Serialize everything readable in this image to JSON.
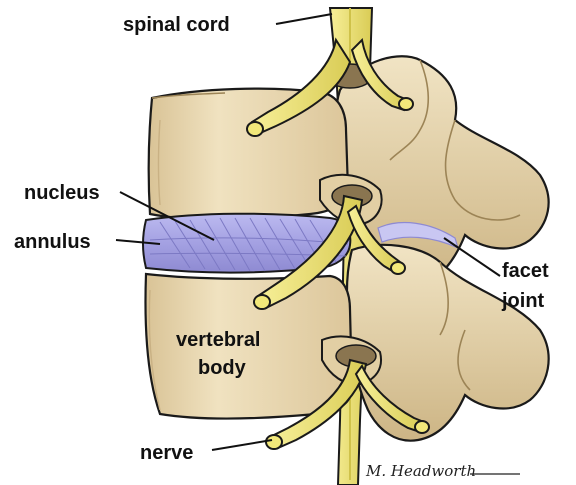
{
  "labels": {
    "spinal_cord": "spinal cord",
    "nucleus": "nucleus",
    "annulus": "annulus",
    "facet": "facet",
    "joint": "joint",
    "vertebral": "vertebral",
    "body": "body",
    "nerve": "nerve"
  },
  "signature": "M. Headworth",
  "colors": {
    "bone": "#ecdcb8",
    "bone_shade": "#c9b184",
    "bone_dark": "#9c8456",
    "nerve": "#f2e87a",
    "nerve_shade": "#cfc24a",
    "disc": "#a8a6e6",
    "disc_line": "#7c79c4",
    "outline": "#1a1a1a"
  }
}
